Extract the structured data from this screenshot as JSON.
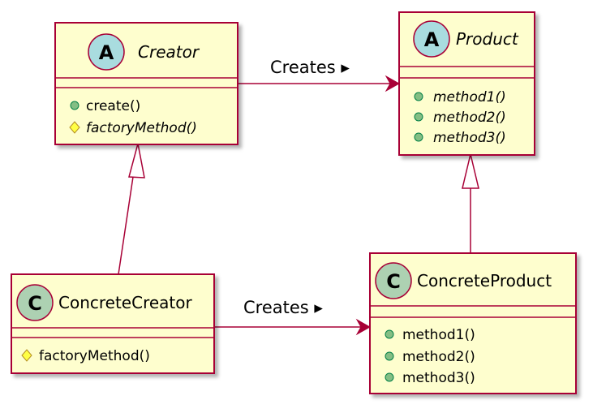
{
  "diagram": {
    "colors": {
      "box_fill": "#FEFECE",
      "border": "#A80036",
      "abstract_badge": "#A9DCDF",
      "class_badge": "#ADD1B2",
      "public_marker": "#84BE84",
      "protected_marker": "#FFFF44",
      "protected_border": "#B38D22"
    },
    "classes": {
      "creator": {
        "kind": "abstract",
        "badge": "A",
        "name": "Creator",
        "members": [
          {
            "visibility": "public",
            "text": "create()",
            "abstract": false
          },
          {
            "visibility": "protected",
            "text": "factoryMethod()",
            "abstract": true
          }
        ]
      },
      "product": {
        "kind": "abstract",
        "badge": "A",
        "name": "Product",
        "members": [
          {
            "visibility": "public",
            "text": "method1()",
            "abstract": true
          },
          {
            "visibility": "public",
            "text": "method2()",
            "abstract": true
          },
          {
            "visibility": "public",
            "text": "method3()",
            "abstract": true
          }
        ]
      },
      "concrete_creator": {
        "kind": "class",
        "badge": "C",
        "name": "ConcreteCreator",
        "members": [
          {
            "visibility": "protected",
            "text": "factoryMethod()",
            "abstract": false
          }
        ]
      },
      "concrete_product": {
        "kind": "class",
        "badge": "C",
        "name": "ConcreteProduct",
        "members": [
          {
            "visibility": "public",
            "text": "method1()",
            "abstract": false
          },
          {
            "visibility": "public",
            "text": "method2()",
            "abstract": false
          },
          {
            "visibility": "public",
            "text": "method3()",
            "abstract": false
          }
        ]
      }
    },
    "relations": {
      "creates_top": {
        "label": "Creates ▸",
        "from": "Creator",
        "to": "Product",
        "type": "association"
      },
      "creates_bottom": {
        "label": "Creates ▸",
        "from": "ConcreteCreator",
        "to": "ConcreteProduct",
        "type": "association"
      },
      "inherit_creator": {
        "from": "ConcreteCreator",
        "to": "Creator",
        "type": "generalization"
      },
      "inherit_product": {
        "from": "ConcreteProduct",
        "to": "Product",
        "type": "generalization"
      }
    }
  }
}
